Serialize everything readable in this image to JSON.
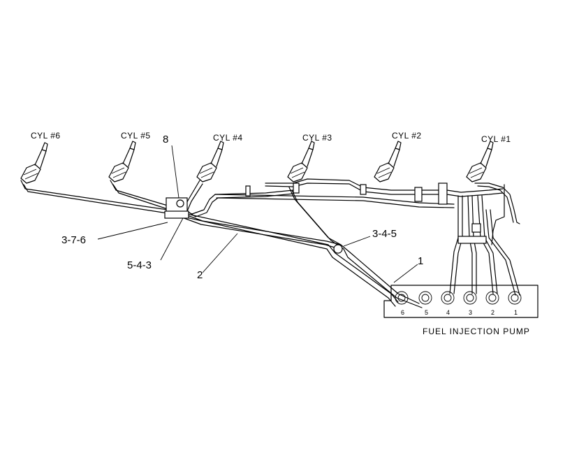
{
  "cylinders": [
    {
      "id": "6",
      "label": "CYL #6"
    },
    {
      "id": "5",
      "label": "CYL #5"
    },
    {
      "id": "4",
      "label": "CYL #4"
    },
    {
      "id": "3",
      "label": "CYL #3"
    },
    {
      "id": "2",
      "label": "CYL #2"
    },
    {
      "id": "1",
      "label": "CYL #1"
    }
  ],
  "callouts": {
    "c8": "8",
    "c376": "3-7-6",
    "c543": "5-4-3",
    "c2": "2",
    "c345": "3-4-5",
    "c1": "1"
  },
  "pump": {
    "title": "FUEL INJECTION PUMP",
    "outlets": [
      "6",
      "5",
      "4",
      "3",
      "2",
      "1"
    ]
  }
}
